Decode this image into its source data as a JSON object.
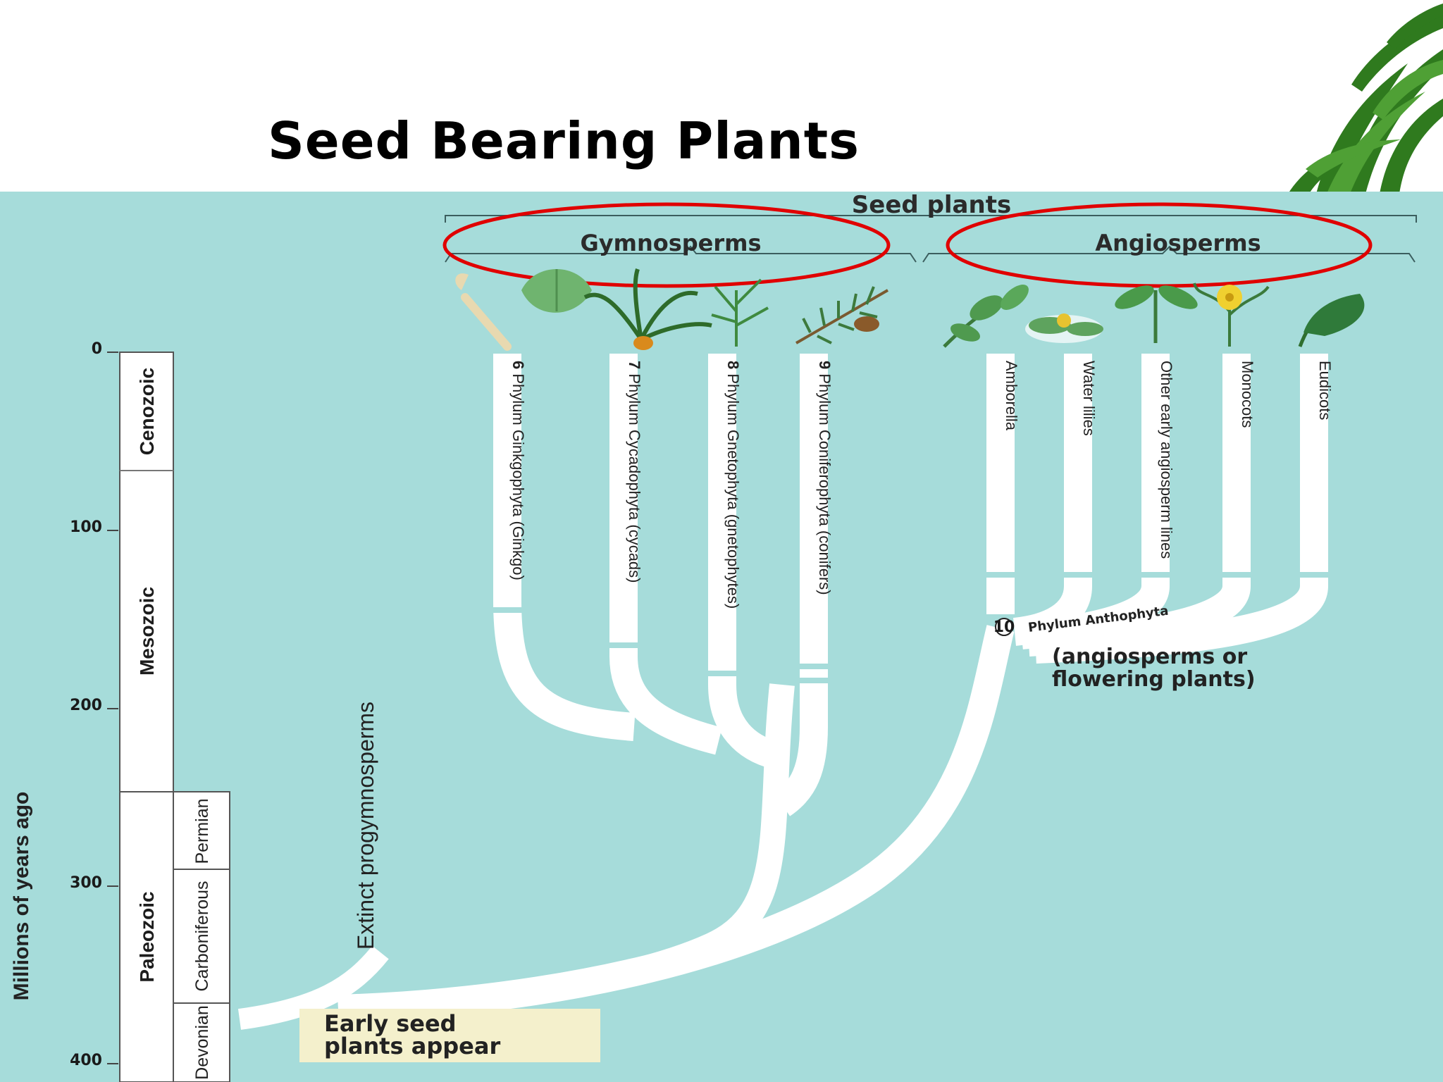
{
  "slide": {
    "title": "Seed Bearing Plants"
  },
  "diagram": {
    "header": "Seed plants",
    "groups": [
      "Gymnosperms",
      "Angiosperms"
    ],
    "axis_label": "Millions of years ago",
    "ticks": [
      "0",
      "100",
      "200",
      "300",
      "400"
    ],
    "eras": [
      "Cenozoic",
      "Mesozoic",
      "Paleozoic"
    ],
    "periods": [
      "Permian",
      "Carboniferous",
      "Devonian"
    ],
    "lineages": [
      {
        "num": "6",
        "label": "Phylum Ginkgophyta (Ginkgo)"
      },
      {
        "num": "7",
        "label": "Phylum Cycadophyta (cycads)"
      },
      {
        "num": "8",
        "label": "Phylum Gnetophyta (gnetophytes)"
      },
      {
        "num": "9",
        "label": "Phylum Coniferophyta (conifers)"
      }
    ],
    "angiosperm_lines": [
      "Amborella",
      "Water lilies",
      "Other early angiosperm lines",
      "Monocots",
      "Eudicots"
    ],
    "anthophyta_num": "10",
    "anthophyta_label": "Phylum Anthophyta",
    "anthophyta_note_1": "(angiosperms or",
    "anthophyta_note_2": "flowering plants)",
    "extinct_label": "Extinct progymnosperms",
    "origin_note_1": "Early seed",
    "origin_note_2": "plants appear"
  },
  "colors": {
    "background": "#a6dcda",
    "branch": "#ffffff",
    "highlight_ellipse": "#e00000",
    "timescale": "#ffffff",
    "note_box": "#f4f0cc"
  }
}
